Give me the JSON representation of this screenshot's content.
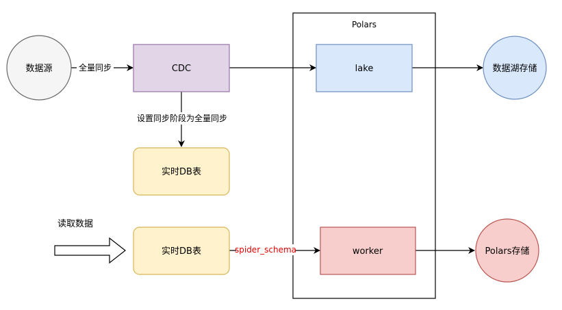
{
  "nodes": {
    "source": {
      "label": "数据源",
      "fill": "#f5f5f5",
      "stroke": "#666666"
    },
    "cdc": {
      "label": "CDC",
      "fill": "#e1d5e7",
      "stroke": "#9673a6"
    },
    "realtime_db_1": {
      "label": "实时DB表",
      "fill": "#fff2cc",
      "stroke": "#d6b656"
    },
    "realtime_db_2": {
      "label": "实时DB表",
      "fill": "#fff2cc",
      "stroke": "#d6b656"
    },
    "polars_container": {
      "label": "Polars",
      "stroke": "#000000"
    },
    "lake": {
      "label": "lake",
      "fill": "#dae8fc",
      "stroke": "#6c8ebf"
    },
    "worker": {
      "label": "worker",
      "fill": "#f8cecc",
      "stroke": "#b85450"
    },
    "lake_storage": {
      "label": "数据湖存储",
      "fill": "#dae8fc",
      "stroke": "#6c8ebf"
    },
    "polars_storage": {
      "label": "Polars存储",
      "fill": "#f8cecc",
      "stroke": "#b85450"
    }
  },
  "edges": {
    "source_to_cdc": {
      "label": "全量同步"
    },
    "cdc_to_db": {
      "label": "设置同步阶段为全量同步"
    },
    "read_data": {
      "label": "读取数据"
    },
    "db_to_worker": {
      "label": "spider_schema",
      "color": "#e00000"
    }
  }
}
